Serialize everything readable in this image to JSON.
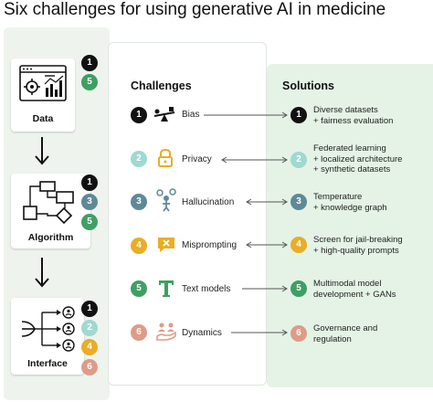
{
  "title": "Six challenges for using generative AI in medicine",
  "colors": {
    "n1": "#111111",
    "n2": "#9fd9d1",
    "n3": "#5e8a96",
    "n4": "#e9ad26",
    "n5": "#3f9f64",
    "n6": "#dd9c88",
    "left_panel": "#eef3ee",
    "right_panel": "#e4f3e6"
  },
  "stages": [
    {
      "label": "Data",
      "icon": "dashboard-gear-icon",
      "badges": [
        "1",
        "5"
      ]
    },
    {
      "label": "Algorithm",
      "icon": "flowchart-icon",
      "badges": [
        "1",
        "3",
        "5"
      ]
    },
    {
      "label": "Interface",
      "icon": "user-network-icon",
      "badges": [
        "1",
        "2",
        "4",
        "6"
      ]
    }
  ],
  "headers": {
    "challenges": "Challenges",
    "solutions": "Solutions"
  },
  "challenges": [
    {
      "num": "1",
      "label": "Bias",
      "icon": "seesaw-icon"
    },
    {
      "num": "2",
      "label": "Privacy",
      "icon": "lock-icon"
    },
    {
      "num": "3",
      "label": "Hallucination",
      "icon": "person-bubbles-icon"
    },
    {
      "num": "4",
      "label": "Misprompting",
      "icon": "x-chat-icon"
    },
    {
      "num": "5",
      "label": "Text models",
      "icon": "text-t-icon"
    },
    {
      "num": "6",
      "label": "Dynamics",
      "icon": "people-hand-icon"
    }
  ],
  "solutions": [
    {
      "num": "1",
      "lines": [
        "Diverse datasets",
        "+ fairness evaluation"
      ]
    },
    {
      "num": "2",
      "lines": [
        "Federated learning",
        "+ localized architecture",
        "+ synthetic datasets"
      ]
    },
    {
      "num": "3",
      "lines": [
        "Temperature",
        "+ knowledge graph"
      ]
    },
    {
      "num": "4",
      "lines": [
        "Screen for jail-breaking",
        "+ high-quality prompts"
      ]
    },
    {
      "num": "5",
      "lines": [
        "Multimodal model",
        "development + GANs"
      ]
    },
    {
      "num": "6",
      "lines": [
        "Governance and",
        "regulation"
      ]
    }
  ]
}
